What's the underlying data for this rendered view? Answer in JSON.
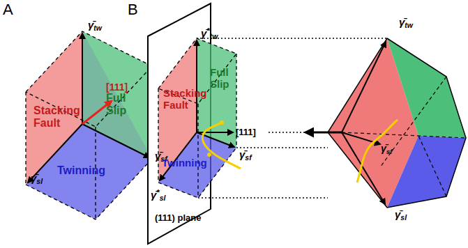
{
  "diagram": {
    "labels": [
      "A",
      "B",
      "γ̄tw",
      "[111]",
      "Stacking Fault",
      "Full Slip",
      "γ̄sf",
      "Twinning",
      "γ̄sl",
      "γ̄*tw",
      "Stacking Fault",
      "Full Slip",
      "[111]",
      "γ̄sf",
      "Twinning",
      "γ̄*sl",
      "(111) plane",
      "γ̄tw",
      "γ̄sf",
      "γ̄sl"
    ]
  }
}
